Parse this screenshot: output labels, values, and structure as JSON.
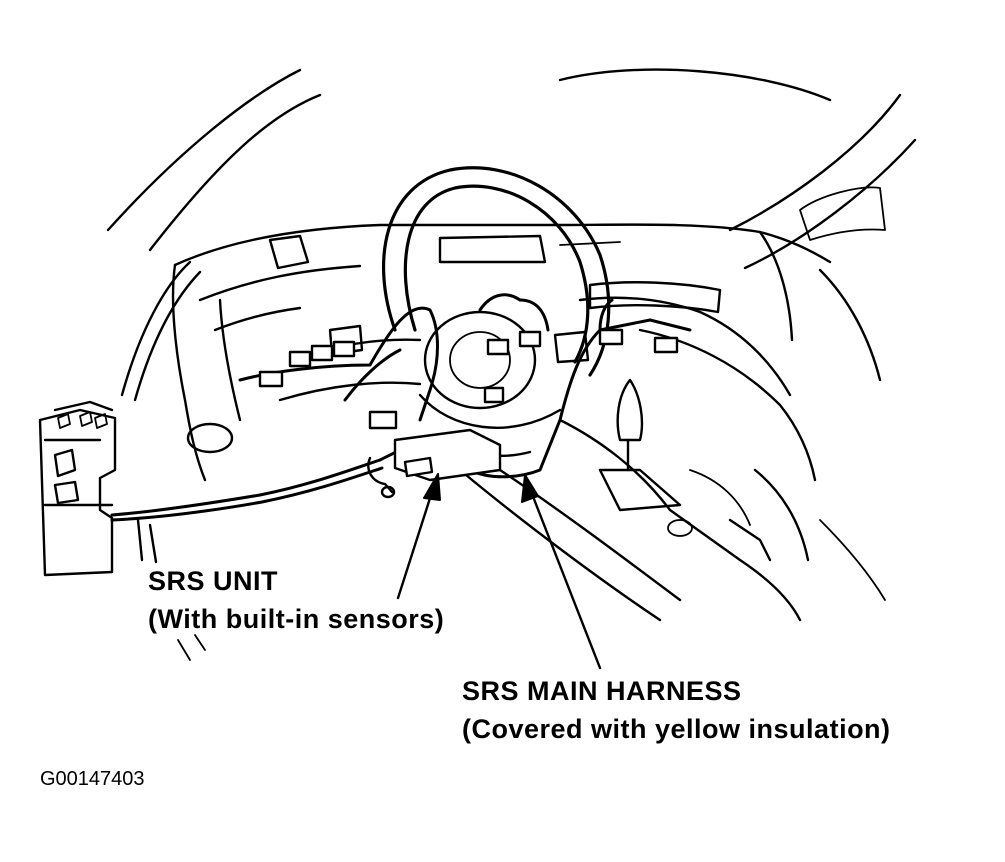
{
  "callouts": {
    "srs_unit": {
      "title": "SRS UNIT",
      "subtitle": "(With built-in sensors)"
    },
    "srs_main_harness": {
      "title": "SRS MAIN HARNESS",
      "subtitle": "(Covered with yellow insulation)"
    }
  },
  "figure_code": "G00147403",
  "colors": {
    "ink": "#000000",
    "paper": "#ffffff"
  }
}
